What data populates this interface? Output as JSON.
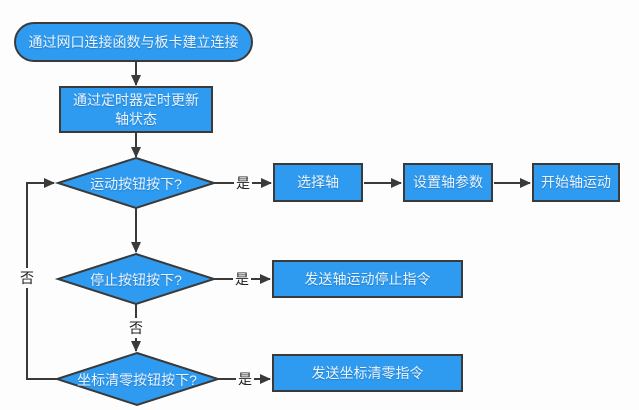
{
  "flowchart": {
    "title": "axis-motion-control-flowchart",
    "nodes": {
      "start": "通过网口连接函数与板卡建立连接",
      "timer_line1": "通过定时器定时更新",
      "timer_line2": "轴状态",
      "decision_motion": "运动按钮按下?",
      "decision_stop": "停止按钮按下?",
      "decision_zero": "坐标清零按钮按下?",
      "select_axis": "选择轴",
      "set_axis_params": "设置轴参数",
      "start_axis_motion": "开始轴运动",
      "send_stop_cmd": "发送轴运动停止指令",
      "send_zero_cmd": "发送坐标清零指令"
    },
    "edge_labels": {
      "yes_motion": "是",
      "yes_stop": "是",
      "yes_zero": "是",
      "no_stop_down": "否",
      "no_zero_loop": "否"
    }
  },
  "colors": {
    "background": "#FDFDFD",
    "node_fill": "#2E9BF0",
    "node_border": "#3A3A3A",
    "node_text": "#EAF5FF",
    "connector": "#3A3A3A",
    "edge_label_text": "#222222"
  }
}
